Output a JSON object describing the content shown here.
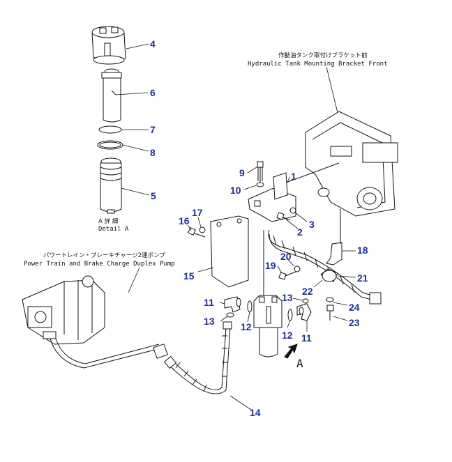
{
  "captions": {
    "tank_bracket_jp": "作動油タンク取付けブラケット前",
    "tank_bracket_en": "Hydraulic Tank Mounting Bracket Front",
    "pump_jp": "パワートレイン・ブレーキチャージ2連ポンプ",
    "pump_en": "Power Train and Brake Charge Duplex Pump",
    "detail_jp": "A 詳 細",
    "detail_en": "Detail A",
    "view_letter": "A"
  },
  "part_numbers": {
    "p1": "1",
    "p2": "2",
    "p3": "3",
    "p4": "4",
    "p5": "5",
    "p6": "6",
    "p7": "7",
    "p8": "8",
    "p9": "9",
    "p10": "10",
    "p11a": "11",
    "p11b": "11",
    "p12a": "12",
    "p12b": "12",
    "p13a": "13",
    "p13b": "13",
    "p14": "14",
    "p15": "15",
    "p16": "16",
    "p17": "17",
    "p18": "18",
    "p19": "19",
    "p20": "20",
    "p21": "21",
    "p22": "22",
    "p23": "23",
    "p24": "24"
  },
  "colors": {
    "part_number": "#1f2f8f",
    "line": "#111111"
  }
}
